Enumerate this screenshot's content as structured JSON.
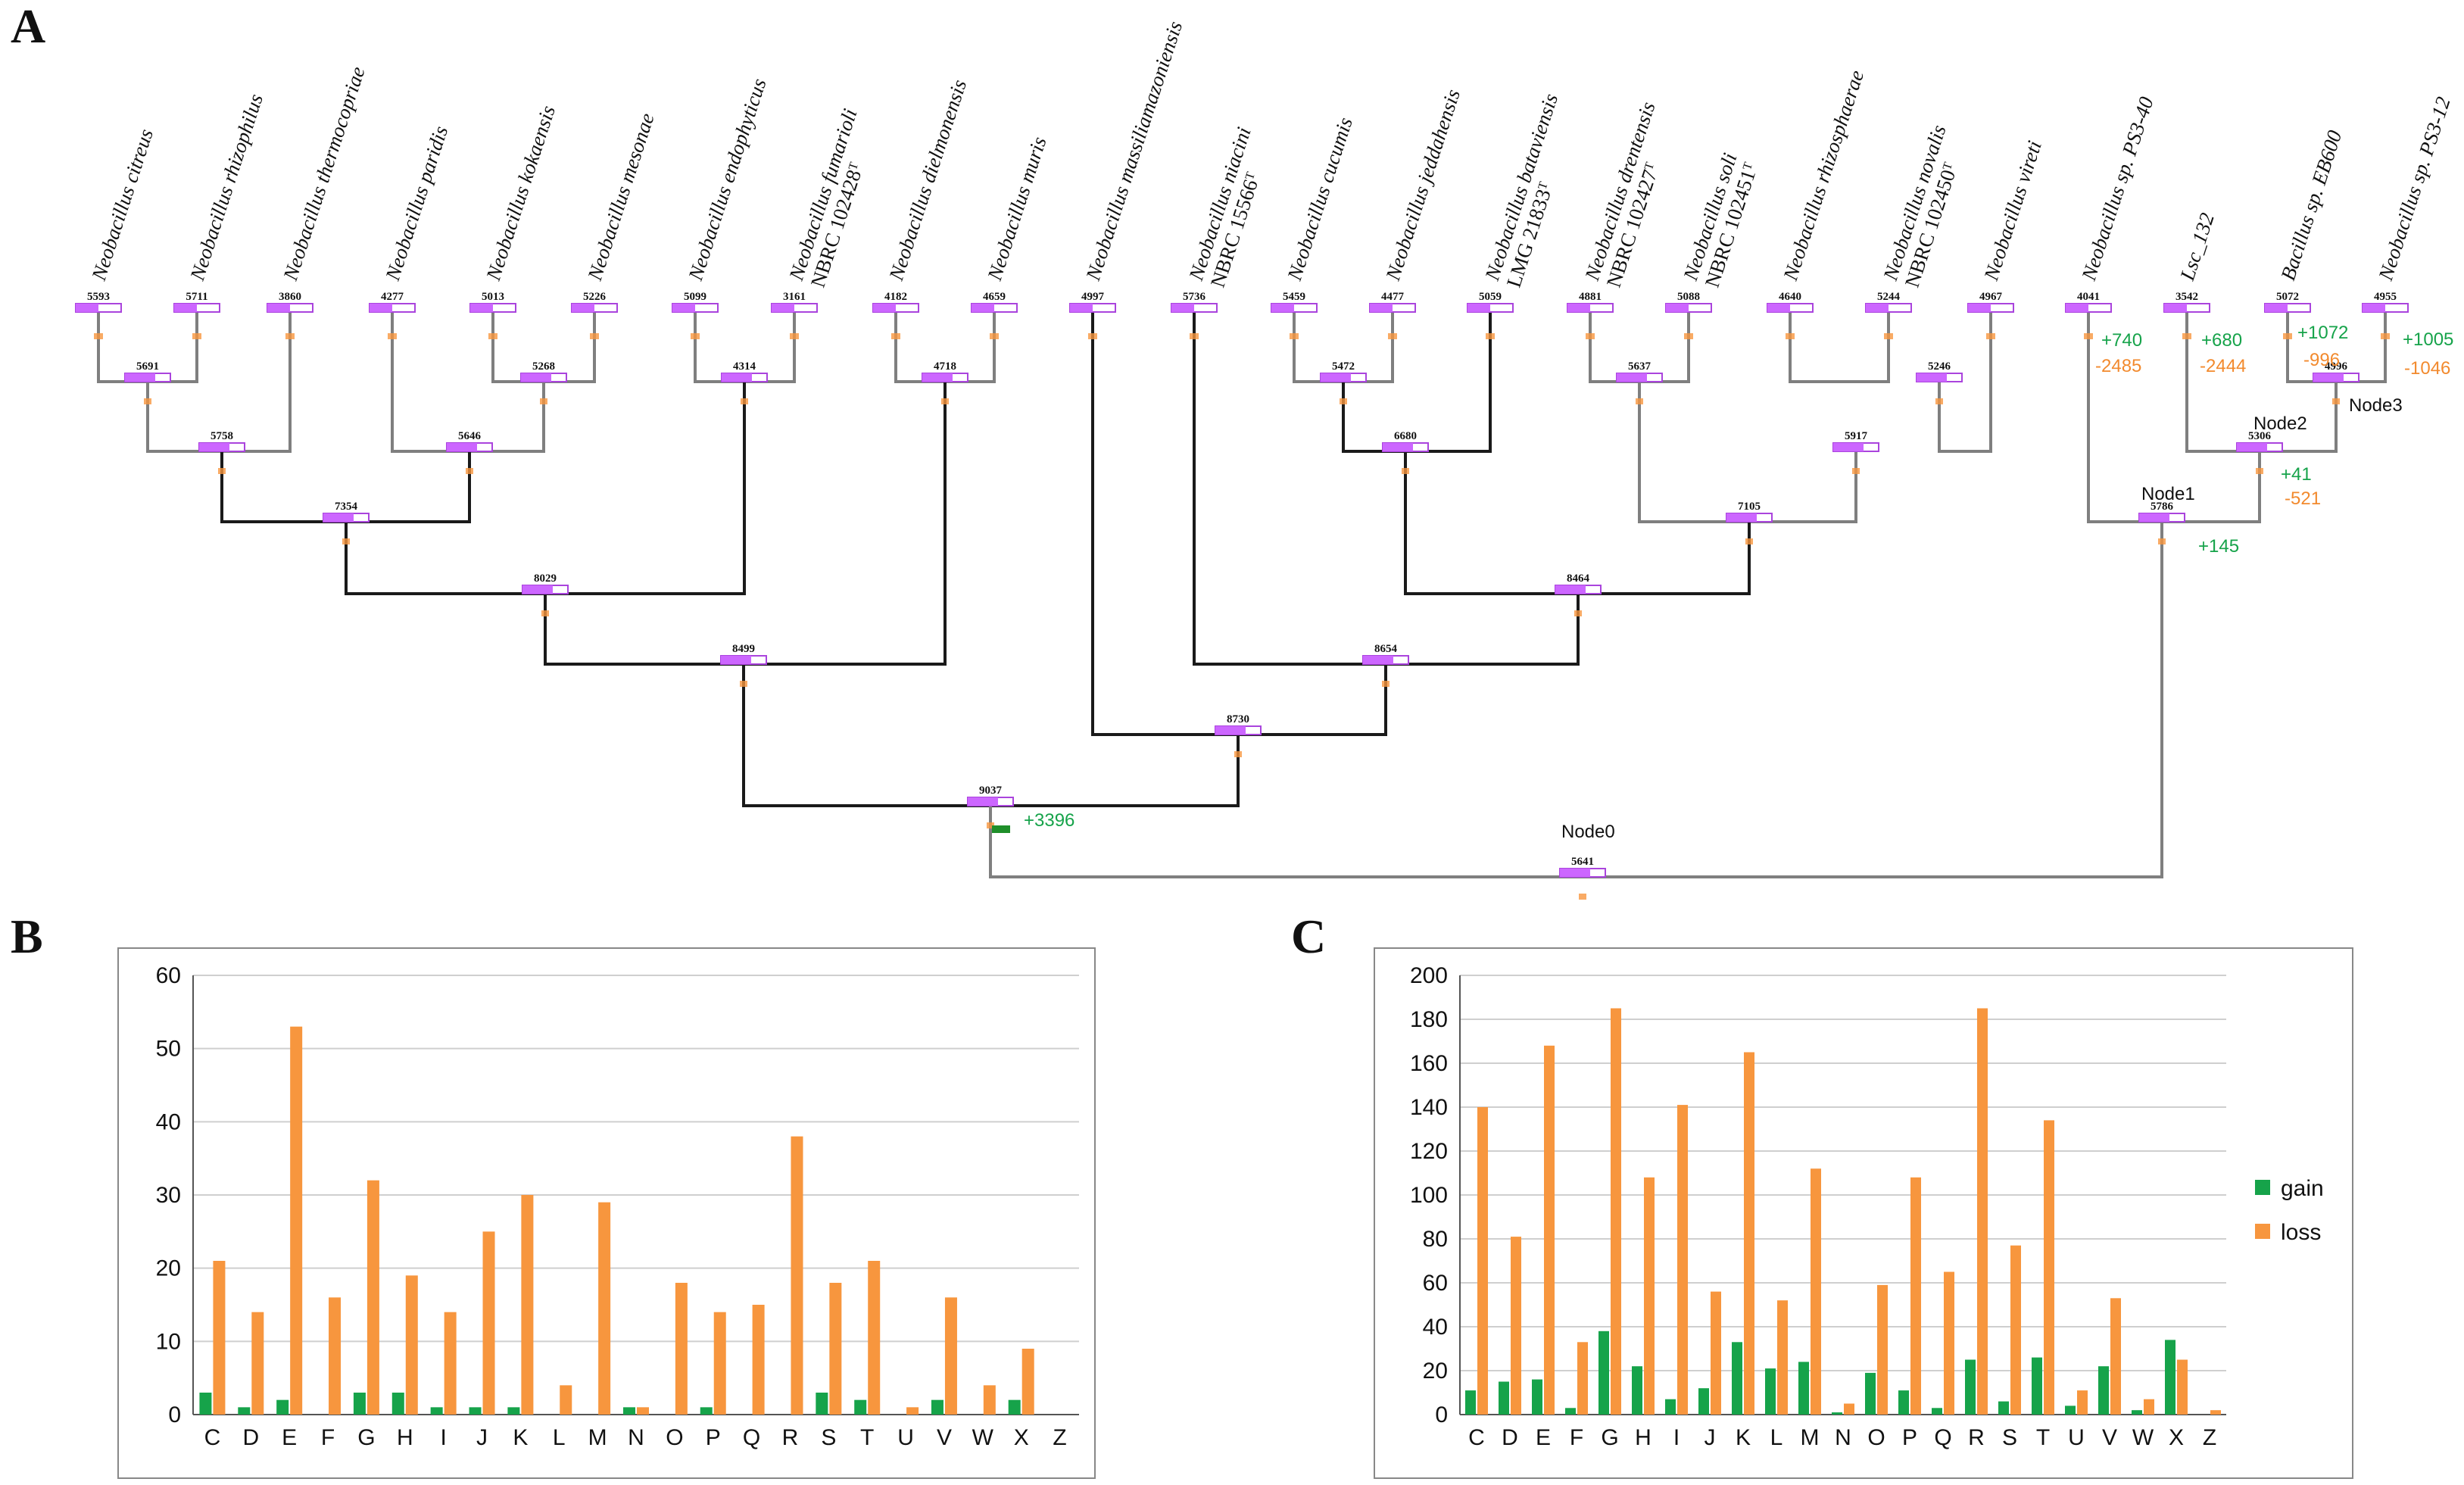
{
  "panels": {
    "a": "A",
    "b": "B",
    "c": "C"
  },
  "colors": {
    "gain": "#16a34a",
    "loss": "#f7963e",
    "branch_dark": "#1a1a1a",
    "branch_grey": "#7f7f7f",
    "node_fill": "#cc66ff"
  },
  "tree": {
    "leaves": [
      {
        "id": "L1",
        "name": "Neobacillus citreus",
        "count": "5593"
      },
      {
        "id": "L2",
        "name": "Neobacillus rhizophilus",
        "count": "5711"
      },
      {
        "id": "L3",
        "name": "Neobacillus thermocopriae",
        "count": "3860"
      },
      {
        "id": "L4",
        "name": "Neobacillus paridis",
        "count": "4277"
      },
      {
        "id": "L5",
        "name": "Neobacillus kokaensis",
        "count": "5013"
      },
      {
        "id": "L6",
        "name": "Neobacillus mesonae",
        "count": "5226"
      },
      {
        "id": "L7",
        "name": "Neobacillus endophyticus",
        "count": "5099"
      },
      {
        "id": "L8",
        "name": "Neobacillus fumarioli NBRC 102428ᵀ",
        "count": "3161"
      },
      {
        "id": "L9",
        "name": "Neobacillus dielmonensis",
        "count": "4182"
      },
      {
        "id": "L10",
        "name": "Neobacillus muris",
        "count": "4659"
      },
      {
        "id": "L11",
        "name": "Neobacillus massiliamazoniensis",
        "count": "4997"
      },
      {
        "id": "L12",
        "name": "Neobacillus niacini NBRC 15566ᵀ",
        "count": "5736"
      },
      {
        "id": "L13",
        "name": "Neobacillus cucumis",
        "count": "5459"
      },
      {
        "id": "L14",
        "name": "Neobacillus jeddahensis",
        "count": "4477"
      },
      {
        "id": "L15",
        "name": "Neobacillus bataviensis LMG 21833ᵀ",
        "count": "5059"
      },
      {
        "id": "L16",
        "name": "Neobacillus drentensis NBRC 102427ᵀ",
        "count": "4881"
      },
      {
        "id": "L17",
        "name": "Neobacillus soli NBRC 102451ᵀ",
        "count": "5088"
      },
      {
        "id": "L18",
        "name": "Neobacillus rhizosphaerae",
        "count": "4640"
      },
      {
        "id": "L19",
        "name": "Neobacillus novalis NBRC 102450ᵀ",
        "count": "5244"
      },
      {
        "id": "L20",
        "name": "Neobacillus vireti",
        "count": "4967"
      },
      {
        "id": "L21",
        "name": "Neobacillus sp. PS3-40",
        "count": "4041"
      },
      {
        "id": "L22",
        "name": "Lsc_132",
        "count": "3542"
      },
      {
        "id": "L23",
        "name": "Bacillus sp. EB600",
        "count": "5072"
      },
      {
        "id": "L24",
        "name": "Neobacillus sp. PS3-12",
        "count": "4955"
      }
    ],
    "internal": [
      {
        "id": "N1",
        "count": "5691"
      },
      {
        "id": "N2",
        "count": "5758"
      },
      {
        "id": "N3",
        "count": "5268"
      },
      {
        "id": "N4",
        "count": "5646"
      },
      {
        "id": "N5",
        "count": "7354"
      },
      {
        "id": "N6",
        "count": "4314"
      },
      {
        "id": "N7",
        "count": "8029"
      },
      {
        "id": "N8",
        "count": "4718"
      },
      {
        "id": "N9",
        "count": "8499"
      },
      {
        "id": "N10",
        "count": "5472"
      },
      {
        "id": "N11",
        "count": "6680"
      },
      {
        "id": "N12",
        "count": "5637"
      },
      {
        "id": "N13",
        "count": "5246"
      },
      {
        "id": "N14",
        "count": "5917"
      },
      {
        "id": "N15",
        "count": "7105"
      },
      {
        "id": "N16",
        "count": "8464"
      },
      {
        "id": "N17",
        "count": "8654"
      },
      {
        "id": "N18",
        "count": "8730"
      },
      {
        "id": "N19",
        "count": "9037"
      },
      {
        "id": "NODE3",
        "count": "4996"
      },
      {
        "id": "NODE2",
        "count": "5306"
      },
      {
        "id": "NODE1",
        "count": "5786"
      },
      {
        "id": "NODE0",
        "count": "5641"
      }
    ],
    "node_names": {
      "node0": "Node0",
      "node1": "Node1",
      "node2": "Node2",
      "node3": "Node3"
    },
    "annotations": {
      "ps340_gain": "+740",
      "ps340_loss": "-2485",
      "lsc_gain": "+680",
      "lsc_loss": "-2444",
      "eb600_gain": "+1072",
      "eb600_loss": "-996",
      "ps312_gain": "+1005",
      "ps312_loss": "-1046",
      "node2_gain": "+41",
      "node2_loss": "-521",
      "node1_gain": "+145",
      "n9037_gain": "+3396"
    }
  },
  "chart_data": [
    {
      "type": "bar",
      "panel": "B",
      "categories": [
        "C",
        "D",
        "E",
        "F",
        "G",
        "H",
        "I",
        "J",
        "K",
        "L",
        "M",
        "N",
        "O",
        "P",
        "Q",
        "R",
        "S",
        "T",
        "U",
        "V",
        "W",
        "X",
        "Z"
      ],
      "series": [
        {
          "values": [
            3,
            1,
            2,
            0,
            3,
            3,
            1,
            1,
            1,
            0,
            0,
            1,
            0,
            1,
            0,
            0,
            3,
            2,
            0,
            2,
            0,
            2,
            0
          ]
        },
        {
          "values": [
            21,
            14,
            53,
            16,
            32,
            19,
            14,
            25,
            30,
            4,
            29,
            1,
            18,
            14,
            15,
            38,
            18,
            21,
            1,
            16,
            4,
            9,
            0
          ]
        }
      ],
      "ylim": [
        0,
        60
      ],
      "yticks": [
        "0",
        "10",
        "20",
        "30",
        "40",
        "50",
        "60"
      ],
      "grid": true
    },
    {
      "type": "bar",
      "panel": "C",
      "categories": [
        "C",
        "D",
        "E",
        "F",
        "G",
        "H",
        "I",
        "J",
        "K",
        "L",
        "M",
        "N",
        "O",
        "P",
        "Q",
        "R",
        "S",
        "T",
        "U",
        "V",
        "W",
        "X",
        "Z"
      ],
      "series": [
        {
          "name": "gain",
          "values": [
            11,
            15,
            16,
            3,
            38,
            22,
            7,
            12,
            33,
            21,
            24,
            1,
            19,
            11,
            3,
            25,
            6,
            26,
            4,
            22,
            2,
            34,
            0
          ]
        },
        {
          "name": "loss",
          "values": [
            140,
            81,
            168,
            33,
            185,
            108,
            141,
            56,
            165,
            52,
            112,
            5,
            59,
            108,
            65,
            185,
            77,
            134,
            11,
            53,
            7,
            25,
            2
          ]
        }
      ],
      "ylim": [
        0,
        200
      ],
      "yticks": [
        "0",
        "20",
        "40",
        "60",
        "80",
        "100",
        "120",
        "140",
        "160",
        "180",
        "200"
      ],
      "grid": true,
      "legend": "right"
    }
  ]
}
